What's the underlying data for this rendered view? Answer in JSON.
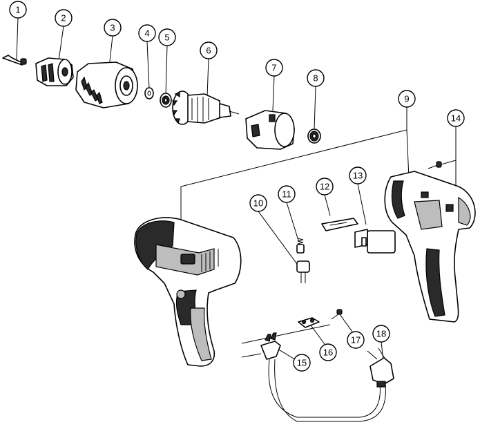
{
  "callouts": [
    "1",
    "2",
    "3",
    "4",
    "5",
    "6",
    "7",
    "8",
    "9",
    "10",
    "11",
    "12",
    "13",
    "14",
    "15",
    "16",
    "17",
    "18"
  ],
  "colors": {
    "line": "#000000",
    "background": "#ffffff",
    "shading": "#2a2a2a",
    "grip": "#bdbdbd"
  }
}
